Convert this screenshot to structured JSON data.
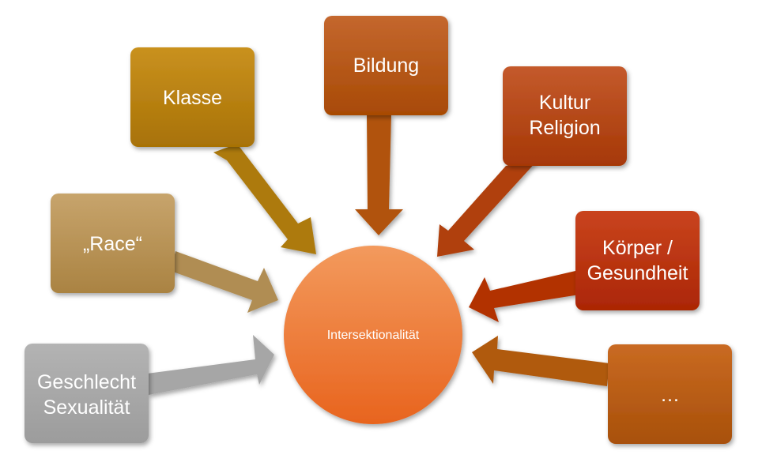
{
  "center": {
    "label": "Intersektionalität"
  },
  "nodes": [
    {
      "id": "geschlecht",
      "lines": [
        "Geschlecht",
        "Sexualität"
      ],
      "color_top": "#b3b3b3",
      "color_bottom": "#9c9c9c"
    },
    {
      "id": "race",
      "lines": [
        "„Race“"
      ],
      "color_top": "#c7a46c",
      "color_bottom": "#aa8342"
    },
    {
      "id": "klasse",
      "lines": [
        "Klasse"
      ],
      "color_top": "#c9911f",
      "color_bottom": "#a87206"
    },
    {
      "id": "bildung",
      "lines": [
        "Bildung"
      ],
      "color_top": "#c4672e",
      "color_bottom": "#a84a05"
    },
    {
      "id": "kultur",
      "lines": [
        "Kultur",
        "Religion"
      ],
      "color_top": "#c45a2c",
      "color_bottom": "#a63806"
    },
    {
      "id": "koerper",
      "lines": [
        "Körper /",
        "Gesundheit"
      ],
      "color_top": "#c9441e",
      "color_bottom": "#ab2605"
    },
    {
      "id": "more",
      "lines": [
        "…"
      ],
      "color_top": "#c96a22",
      "color_bottom": "#a8500a"
    }
  ],
  "colors": {
    "center_top": "#f39a5d",
    "center_bottom": "#e8641e"
  }
}
